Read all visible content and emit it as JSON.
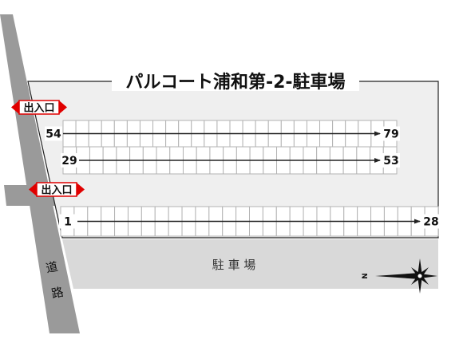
{
  "title": "パルコート浦和第-2-駐車場",
  "entrance_label": "出入口",
  "road_label_1": "道",
  "road_label_2": "路",
  "lot_label": "駐 車 場",
  "compass_label": "N",
  "rows": [
    {
      "start": "54",
      "end": "79",
      "cells": 26
    },
    {
      "start": "29",
      "end": "53",
      "cells": 25
    },
    {
      "start": "1",
      "end": "28",
      "cells": 28
    }
  ],
  "colors": {
    "road": "#9a9a9a",
    "lot": "#efefef",
    "lane": "#d9d9d9",
    "entrance": "#e00000",
    "line": "#222222",
    "cell_border": "#b3b3b3"
  }
}
